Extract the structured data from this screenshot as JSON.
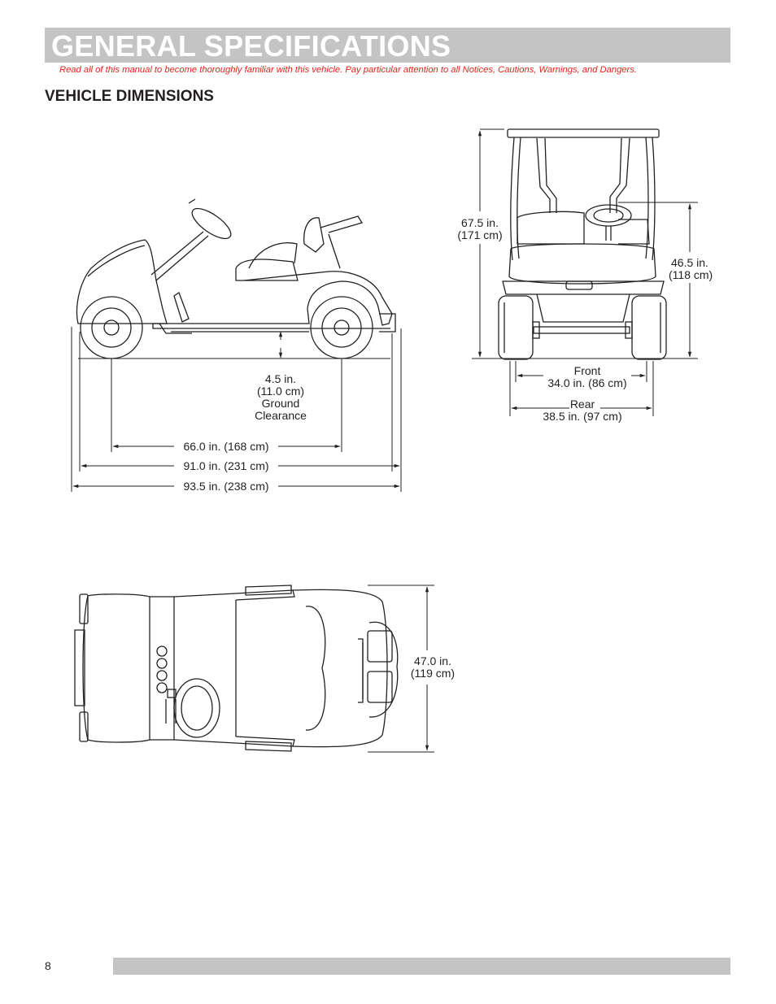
{
  "header": {
    "title": "GENERAL SPECIFICATIONS",
    "notice": "Read all of this manual to become thoroughly familiar with this vehicle. Pay particular attention to all Notices, Cautions, Warnings, and Dangers."
  },
  "section": {
    "title": "VEHICLE DIMENSIONS"
  },
  "side_view": {
    "ground_clearance": {
      "line1": "4.5 in.",
      "line2": "(11.0 cm)",
      "line3": "Ground",
      "line4": "Clearance"
    },
    "wheelbase": "66.0 in. (168 cm)",
    "length_body": "91.0 in. (231 cm)",
    "length_overall": "93.5 in. (238 cm)"
  },
  "front_view": {
    "height_overall": {
      "line1": "67.5 in.",
      "line2": "(171 cm)"
    },
    "height_steering": {
      "line1": "46.5 in.",
      "line2": "(118 cm)"
    },
    "front_track": {
      "line1": "Front",
      "line2": "34.0 in. (86 cm)"
    },
    "rear_track": {
      "line1": "Rear",
      "line2": "38.5 in. (97 cm)"
    }
  },
  "top_view": {
    "width": {
      "line1": "47.0 in.",
      "line2": "(119 cm)"
    }
  },
  "footer": {
    "page_number": "8"
  }
}
